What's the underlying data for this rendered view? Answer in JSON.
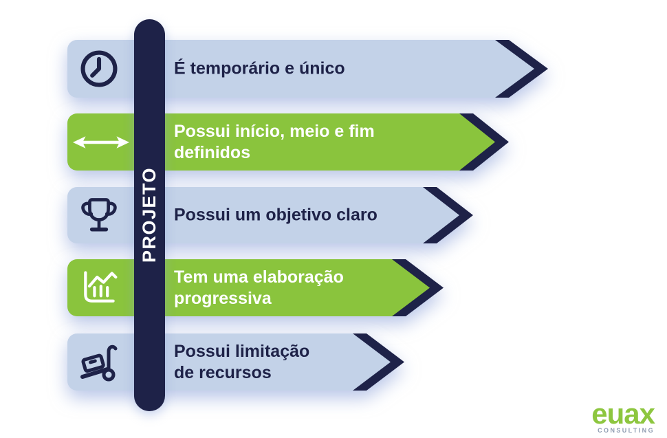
{
  "theme": {
    "navy": "#1e2248",
    "green": "#8ac43d",
    "lightblue": "#c3d2e8",
    "white": "#ffffff",
    "logo_green": "#8dc63f",
    "logo_gray": "#8e9bb0"
  },
  "axis": {
    "label": "PROJETO"
  },
  "banners": [
    {
      "id": "temporario",
      "icon": "clock-icon",
      "color": "lightblue",
      "lines": [
        "É temporário e único"
      ]
    },
    {
      "id": "inicio-meio-fim",
      "icon": "double-arrow-icon",
      "color": "green",
      "lines": [
        "Possui início, meio e fim",
        "definidos"
      ]
    },
    {
      "id": "objetivo-claro",
      "icon": "trophy-icon",
      "color": "lightblue",
      "lines": [
        "Possui um objetivo claro"
      ]
    },
    {
      "id": "elaboracao-progressiva",
      "icon": "chart-icon",
      "color": "green",
      "lines": [
        "Tem uma elaboração",
        "progressiva"
      ]
    },
    {
      "id": "limitacao-recursos",
      "icon": "hand-truck-icon",
      "color": "lightblue",
      "lines": [
        "Possui limitação",
        "de recursos"
      ]
    }
  ],
  "logo": {
    "name": "euax",
    "tagline": "CONSULTING"
  }
}
